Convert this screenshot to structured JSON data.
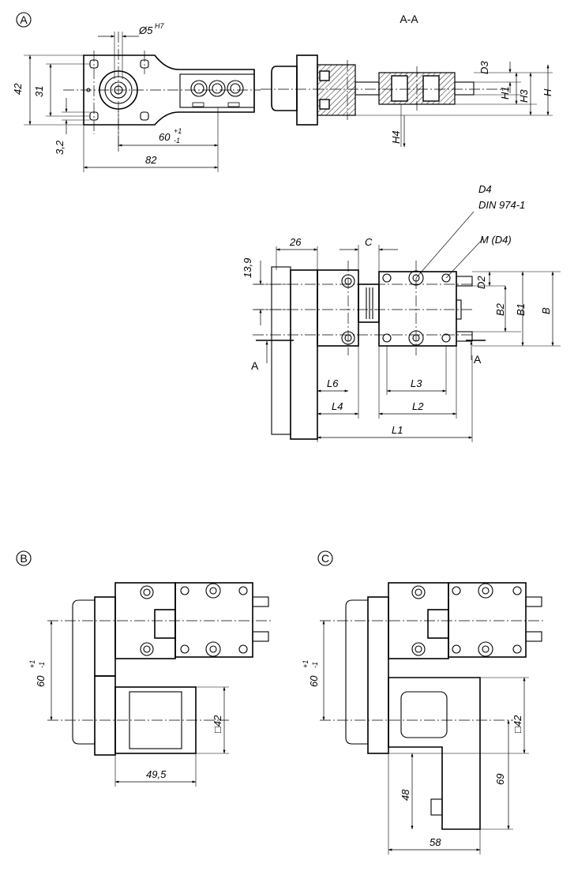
{
  "views": {
    "a": {
      "marker": "A"
    },
    "section": {
      "title": "A-A"
    },
    "b": {
      "marker": "B"
    },
    "c": {
      "marker": "C"
    }
  },
  "dims_a": {
    "h42": "42",
    "h31": "31",
    "d32": "3,2",
    "bore": "Ø5",
    "bore_tol": "H7",
    "d60": "60",
    "tol_upper": "+1",
    "tol_lower": "-1",
    "d82": "82"
  },
  "dims_section": {
    "d3": "D3",
    "h1": "H1",
    "h3": "H3",
    "h": "H",
    "h4": "H4"
  },
  "dims_top": {
    "d139": "13,9",
    "d26": "26",
    "c": "C",
    "d4": "D4",
    "din": "DIN 974-1",
    "md4": "M (D4)",
    "d2": "D2",
    "b2": "B2",
    "b1": "B1",
    "b": "B",
    "sec_left": "A",
    "sec_right": "A",
    "l6": "L6",
    "l3": "L3",
    "l4": "L4",
    "l2": "L2",
    "l1": "L1"
  },
  "dims_b": {
    "d60": "60",
    "tol_upper": "+1",
    "tol_lower": "-1",
    "sq42": "□42",
    "d495": "49,5"
  },
  "dims_c": {
    "d60": "60",
    "tol_upper": "+1",
    "tol_lower": "-1",
    "sq42": "□42",
    "d48": "48",
    "d69": "69",
    "d58": "58"
  }
}
